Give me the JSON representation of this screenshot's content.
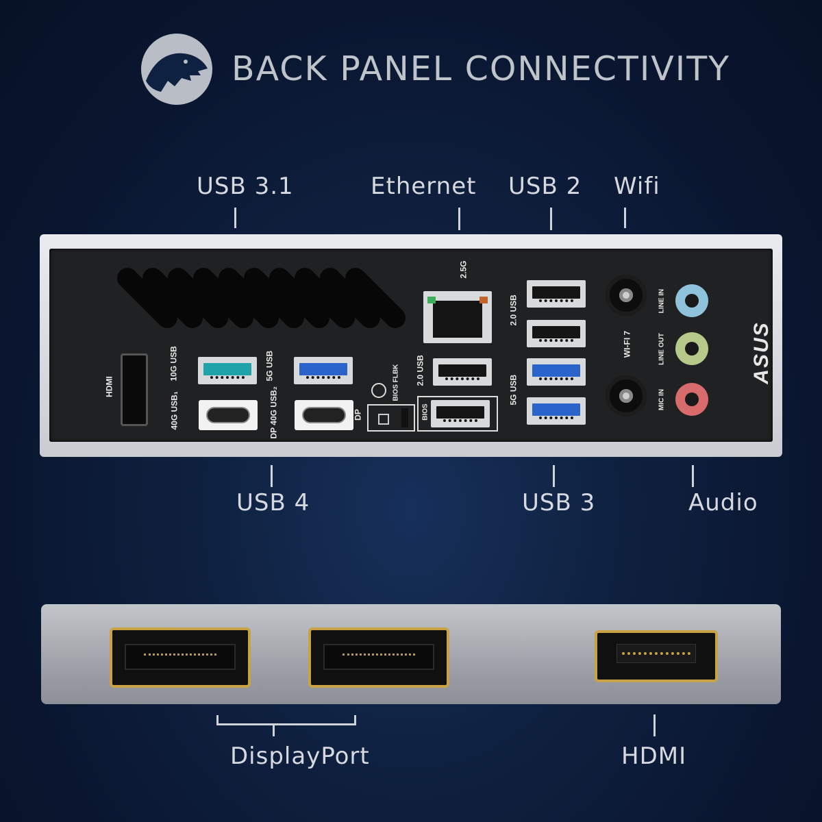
{
  "header": {
    "title": "BACK PANEL CONNECTIVITY",
    "logo_icon": "dinosaur-head-logo-icon"
  },
  "callouts": {
    "usb31": "USB 3.1",
    "ethernet": "Ethernet",
    "usb2": "USB 2",
    "wifi": "Wifi",
    "usb4": "USB 4",
    "usb3": "USB 3",
    "audio": "Audio",
    "displayport": "DisplayPort",
    "hdmi": "HDMI"
  },
  "panel_labels": {
    "hdmi": "HDMI",
    "usb10g": "10G USB",
    "usb5g": "5G USB",
    "usb40g_1": "40G USB₁",
    "dp_40g_usb2": "DP 40G USB₂",
    "dp": "DP",
    "bios_flbk": "BIOS FLBK",
    "usb20_mid": "2.0 USB",
    "bios": "BIOS",
    "lan_25g": "2.5G",
    "usb20_right": "2.0 USB",
    "usb5g_right": "5G USB",
    "wifi7": "WI-FI 7",
    "line_in": "LINE IN",
    "line_out": "LINE OUT",
    "mic_in": "MIC IN",
    "brand": "ASUS"
  },
  "colors": {
    "audio_line_in": "#8fc3dc",
    "audio_line_out": "#b6c98a",
    "audio_mic_in": "#d86b6b",
    "usb3_blue": "#2a63c9",
    "usb10g_teal": "#1fa3a8",
    "connector_gold": "#c8a244"
  }
}
